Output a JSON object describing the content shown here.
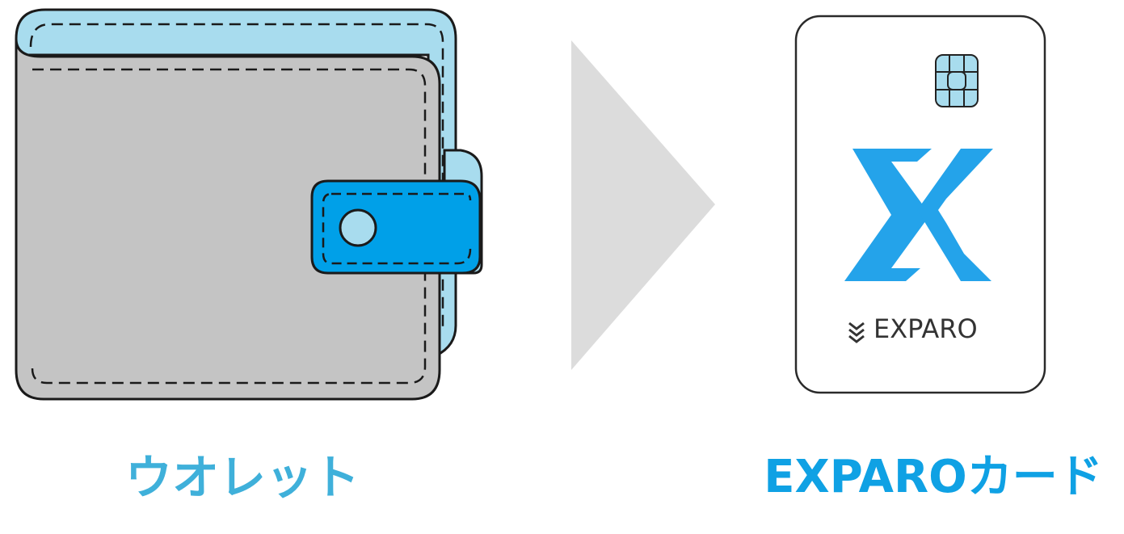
{
  "captions": {
    "wallet": "ウオレット",
    "card": "EXPAROカード"
  },
  "card": {
    "brand_text": "EXPARO"
  },
  "colors": {
    "wallet_body": "#c4c4c4",
    "wallet_back": "#a8dcee",
    "wallet_strap": "#00a0e8",
    "arrow": "#dcdcdc",
    "logo_blue": "#24a3ea",
    "chip": "#a8dcee",
    "caption_wallet": "#3fb0da",
    "caption_card": "#0fa1e4"
  },
  "icons": {
    "left_illustration": "wallet-icon",
    "separator": "arrow-right-icon",
    "right_illustration": "card-icon"
  }
}
